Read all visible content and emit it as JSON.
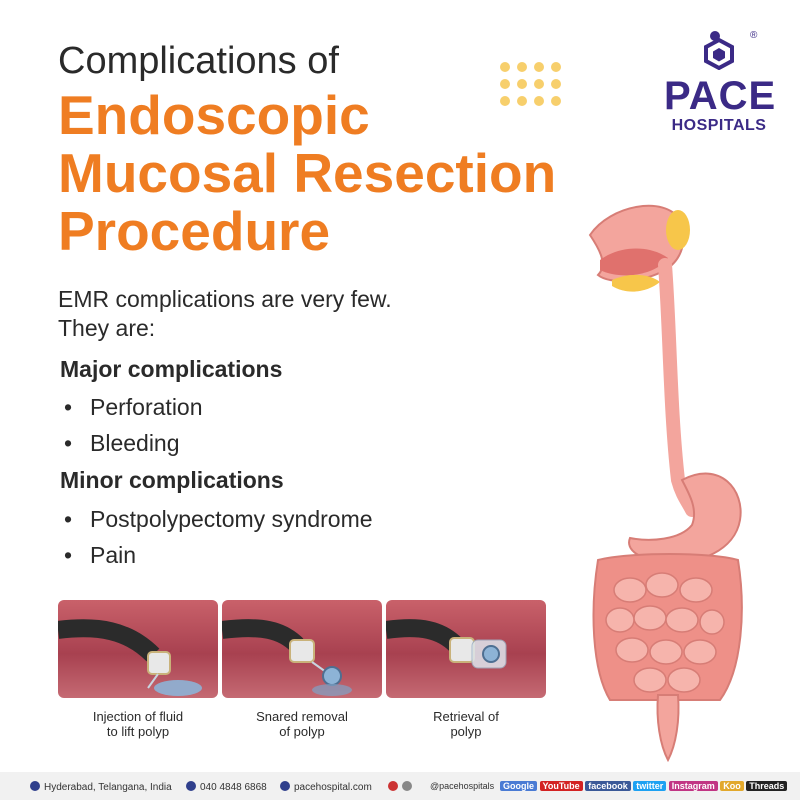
{
  "title": {
    "top": "Complications of",
    "main_lines": [
      "Endoscopic",
      "Mucosal Resection",
      "Procedure"
    ]
  },
  "intro": [
    "EMR complications are very few.",
    "They are:"
  ],
  "major": {
    "heading": "Major complications",
    "items": [
      "Perforation",
      "Bleeding"
    ]
  },
  "minor": {
    "heading": "Minor complications",
    "items": [
      "Postpolypectomy syndrome",
      "Pain"
    ]
  },
  "bullet_symbol": "•",
  "logo": {
    "name": "PACE",
    "sub": "HOSPITALS",
    "reg": "®"
  },
  "panels": [
    {
      "caption": [
        "Injection of fluid",
        "to lift polyp"
      ]
    },
    {
      "caption": [
        "Snared removal",
        "of polyp"
      ]
    },
    {
      "caption": [
        "Retrieval of",
        "polyp"
      ]
    }
  ],
  "footer": {
    "location": "Hyderabad, Telangana, India",
    "phone": "040 4848 6868",
    "website": "pacehospital.com",
    "handle": "@pacehospitals",
    "socials": [
      "Google",
      "YouTube",
      "facebook",
      "twitter",
      "Instagram",
      "Koo",
      "Threads"
    ]
  },
  "colors": {
    "accent_orange": "#ef7d22",
    "brand_purple": "#3b2a86",
    "dot_yellow": "#f7cf6c",
    "organ_pink": "#f3a59d"
  }
}
